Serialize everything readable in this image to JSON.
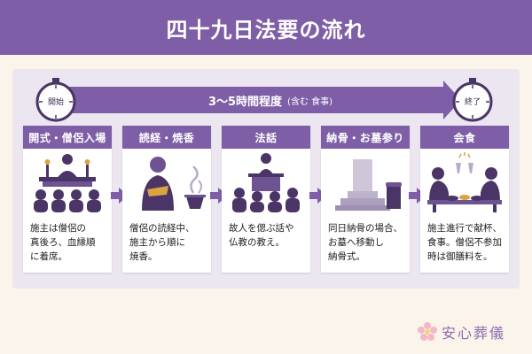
{
  "header": {
    "title": "四十九日法要の流れ"
  },
  "timeline": {
    "start_label": "開始",
    "end_label": "終了",
    "duration": "3〜5時間程度",
    "duration_note": "(含む 食事)"
  },
  "steps": [
    {
      "title": "開式・僧侶入場",
      "desc": "施主は僧侶の\n真後ろ、血縁順\nに着席。",
      "icon": "altar-ceremony-icon"
    },
    {
      "title": "読経・焼香",
      "desc": "僧侶の読経中、\n施主から順に\n焼香。",
      "icon": "monk-incense-icon"
    },
    {
      "title": "法話",
      "desc": "故人を偲ぶ話や\n仏教の教え。",
      "icon": "sermon-icon"
    },
    {
      "title": "納骨・お墓参り",
      "desc": "同日納骨の場合、\nお墓へ移動し\n納骨式。",
      "icon": "grave-icon"
    },
    {
      "title": "会食",
      "desc": "施主進行で献杯、\n食事。僧侶不参加\n時は御膳料を。",
      "icon": "meal-icon"
    }
  ],
  "brand": {
    "name": "安心葬儀",
    "icon": "flower-logo-icon"
  },
  "colors": {
    "accent": "#7e5ea6",
    "background": "#fbf4ea",
    "panel": "#ece6f1",
    "figure": "#4a3566"
  }
}
